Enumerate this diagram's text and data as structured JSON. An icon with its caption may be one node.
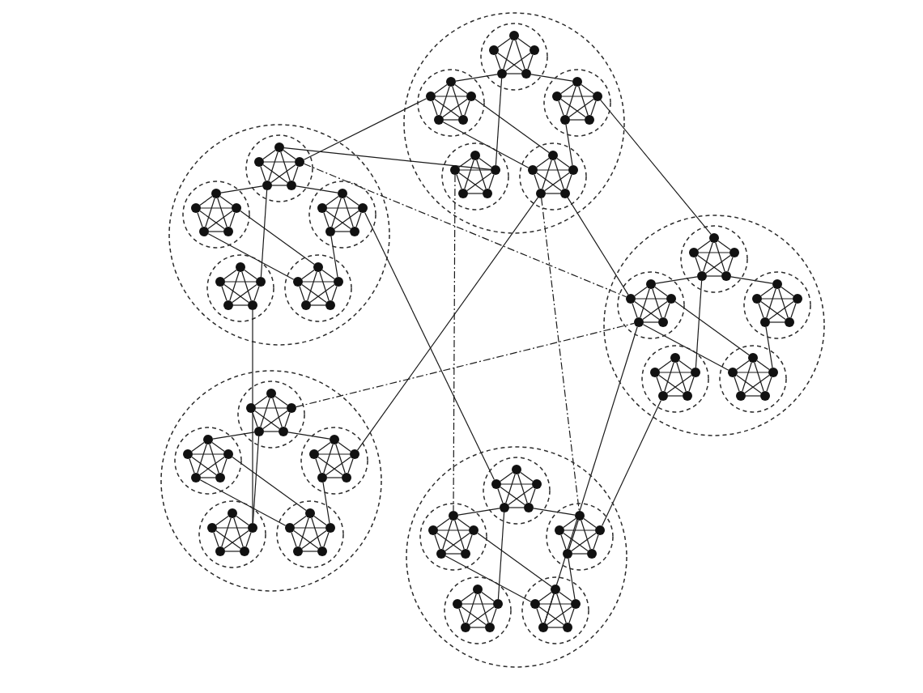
{
  "diagram": {
    "nodes": [
      {
        "text": [],
        "shape": "circle"
      },
      {
        "text": [],
        "shape": "circle",
        "in": 0
      },
      {
        "text": [],
        "shape": "circle",
        "in": 1
      },
      {
        "text": [],
        "shape": "circle",
        "in": 1
      },
      {
        "text": [],
        "shape": "circle",
        "in": 1
      },
      {
        "text": [],
        "shape": "circle",
        "in": 1
      },
      {
        "text": [],
        "shape": "circle",
        "in": 1
      },
      {
        "text": [],
        "shape": "circle",
        "in": 0
      },
      {
        "text": [],
        "shape": "circle",
        "in": 7
      },
      {
        "text": [],
        "shape": "circle",
        "in": 7
      },
      {
        "text": [],
        "shape": "circle",
        "in": 7
      },
      {
        "text": [],
        "shape": "circle",
        "in": 7
      },
      {
        "text": [],
        "shape": "circle",
        "in": 7
      },
      {
        "text": [],
        "shape": "circle",
        "in": 0
      },
      {
        "text": [],
        "shape": "circle",
        "in": 13
      },
      {
        "text": [],
        "shape": "circle",
        "in": 13
      },
      {
        "text": [],
        "shape": "circle",
        "in": 13
      },
      {
        "text": [],
        "shape": "circle",
        "in": 13
      },
      {
        "text": [],
        "shape": "circle",
        "in": 13
      },
      {
        "text": [],
        "shape": "circle",
        "in": 0
      },
      {
        "text": [],
        "shape": "circle",
        "in": 19
      },
      {
        "text": [],
        "shape": "circle",
        "in": 19
      },
      {
        "text": [],
        "shape": "circle",
        "in": 19
      },
      {
        "text": [],
        "shape": "circle",
        "in": 19
      },
      {
        "text": [],
        "shape": "circle",
        "in": 19
      },
      {
        "text": [],
        "shape": "circle",
        "in": 0
      },
      {
        "text": [],
        "shape": "circle",
        "in": 25
      },
      {
        "text": [],
        "shape": "circle",
        "in": 25
      },
      {
        "text": [],
        "shape": "circle",
        "in": 25
      },
      {
        "text": [],
        "shape": "circle",
        "in": 25
      },
      {
        "text": [],
        "shape": "circle",
        "in": 25
      },
      {
        "text": [],
        "shape": "circle"
      },
      {
        "text": [],
        "shape": "circle",
        "in": 31
      },
      {
        "text": [],
        "shape": "circle",
        "in": 32
      },
      {
        "text": [],
        "shape": "circle",
        "in": 32
      },
      {
        "text": [],
        "shape": "circle",
        "in": 32
      },
      {
        "text": [],
        "shape": "circle",
        "in": 32
      },
      {
        "text": [],
        "shape": "circle",
        "in": 32
      },
      {
        "text": [],
        "shape": "circle",
        "in": 31
      },
      {
        "text": [],
        "shape": "circle",
        "in": 38
      },
      {
        "text": [],
        "shape": "circle",
        "in": 38
      },
      {
        "text": [],
        "shape": "circle",
        "in": 38
      },
      {
        "text": [],
        "shape": "circle",
        "in": 38
      },
      {
        "text": [],
        "shape": "circle",
        "in": 38
      },
      {
        "text": [],
        "shape": "circle",
        "in": 31
      },
      {
        "text": [],
        "shape": "circle",
        "in": 44
      },
      {
        "text": [],
        "shape": "circle",
        "in": 44
      },
      {
        "text": [],
        "shape": "circle",
        "in": 44
      },
      {
        "text": [],
        "shape": "circle",
        "in": 44
      },
      {
        "text": [],
        "shape": "circle",
        "in": 44
      },
      {
        "text": [],
        "shape": "circle",
        "in": 31
      },
      {
        "text": [],
        "shape": "circle",
        "in": 50
      },
      {
        "text": [],
        "shape": "circle",
        "in": 50
      },
      {
        "text": [],
        "shape": "circle",
        "in": 50
      },
      {
        "text": [],
        "shape": "circle",
        "in": 50
      },
      {
        "text": [],
        "shape": "circle",
        "in": 50
      },
      {
        "text": [],
        "shape": "circle",
        "in": 31
      },
      {
        "text": [],
        "shape": "circle",
        "in": 56
      },
      {
        "text": [],
        "shape": "circle",
        "in": 56
      },
      {
        "text": [],
        "shape": "circle",
        "in": 56
      },
      {
        "text": [],
        "shape": "circle",
        "in": 56
      },
      {
        "text": [],
        "shape": "circle",
        "in": 56
      },
      {
        "text": [],
        "shape": "circle"
      },
      {
        "text": [],
        "shape": "circle",
        "in": 62
      },
      {
        "text": [],
        "shape": "circle",
        "in": 63
      },
      {
        "text": [],
        "shape": "circle",
        "in": 63
      },
      {
        "text": [],
        "shape": "circle",
        "in": 63
      },
      {
        "text": [],
        "shape": "circle",
        "in": 63
      },
      {
        "text": [],
        "shape": "circle",
        "in": 63
      },
      {
        "text": [],
        "shape": "circle",
        "in": 62
      },
      {
        "text": [],
        "shape": "circle",
        "in": 69
      },
      {
        "text": [],
        "shape": "circle",
        "in": 69
      },
      {
        "text": [],
        "shape": "circle",
        "in": 69
      },
      {
        "text": [],
        "shape": "circle",
        "in": 69
      },
      {
        "text": [],
        "shape": "circle",
        "in": 69
      },
      {
        "text": [],
        "shape": "circle",
        "in": 62
      },
      {
        "text": [],
        "shape": "circle",
        "in": 75
      },
      {
        "text": [],
        "shape": "circle",
        "in": 75
      },
      {
        "text": [],
        "shape": "circle",
        "in": 75
      },
      {
        "text": [],
        "shape": "circle",
        "in": 75
      },
      {
        "text": [],
        "shape": "circle",
        "in": 75
      },
      {
        "text": [],
        "shape": "circle",
        "in": 62
      },
      {
        "text": [],
        "shape": "circle",
        "in": 81
      },
      {
        "text": [],
        "shape": "circle",
        "in": 81
      },
      {
        "text": [],
        "shape": "circle",
        "in": 81
      },
      {
        "text": [],
        "shape": "circle",
        "in": 81
      },
      {
        "text": [],
        "shape": "circle",
        "in": 81
      },
      {
        "text": [],
        "shape": "circle",
        "in": 62
      },
      {
        "text": [],
        "shape": "circle",
        "in": 87
      },
      {
        "text": [],
        "shape": "circle",
        "in": 87
      },
      {
        "text": [],
        "shape": "circle",
        "in": 87
      },
      {
        "text": [],
        "shape": "circle",
        "in": 87
      },
      {
        "text": [],
        "shape": "circle",
        "in": 87
      },
      {
        "text": [],
        "shape": "circle"
      },
      {
        "text": [],
        "shape": "circle",
        "in": 93
      },
      {
        "text": [],
        "shape": "circle",
        "in": 94
      },
      {
        "text": [],
        "shape": "circle",
        "in": 94
      },
      {
        "text": [],
        "shape": "circle",
        "in": 94
      },
      {
        "text": [],
        "shape": "circle",
        "in": 94
      },
      {
        "text": [],
        "shape": "circle",
        "in": 94
      },
      {
        "text": [],
        "shape": "circle",
        "in": 93
      },
      {
        "text": [],
        "shape": "circle",
        "in": 100
      },
      {
        "text": [],
        "shape": "circle",
        "in": 100
      },
      {
        "text": [],
        "shape": "circle",
        "in": 100
      },
      {
        "text": [],
        "shape": "circle",
        "in": 100
      },
      {
        "text": [],
        "shape": "circle",
        "in": 100
      },
      {
        "text": [],
        "shape": "circle",
        "in": 93
      },
      {
        "text": [],
        "shape": "circle",
        "in": 106
      },
      {
        "text": [],
        "shape": "circle",
        "in": 106
      },
      {
        "text": [],
        "shape": "circle",
        "in": 106
      },
      {
        "text": [],
        "shape": "circle",
        "in": 106
      },
      {
        "text": [],
        "shape": "circle",
        "in": 106
      },
      {
        "text": [],
        "shape": "circle",
        "in": 93
      },
      {
        "text": [],
        "shape": "circle",
        "in": 112
      },
      {
        "text": [],
        "shape": "circle",
        "in": 112
      },
      {
        "text": [],
        "shape": "circle",
        "in": 112
      },
      {
        "text": [],
        "shape": "circle",
        "in": 112
      },
      {
        "text": [],
        "shape": "circle",
        "in": 112
      },
      {
        "text": [],
        "shape": "circle",
        "in": 93
      },
      {
        "text": [],
        "shape": "circle",
        "in": 118
      },
      {
        "text": [],
        "shape": "circle",
        "in": 118
      },
      {
        "text": [],
        "shape": "circle",
        "in": 118
      },
      {
        "text": [],
        "shape": "circle",
        "in": 118
      },
      {
        "text": [],
        "shape": "circle",
        "in": 118
      },
      {
        "text": [],
        "shape": "circle"
      },
      {
        "text": [],
        "shape": "circle",
        "in": 124
      },
      {
        "text": [],
        "shape": "circle",
        "in": 125
      },
      {
        "text": [],
        "shape": "circle",
        "in": 125
      },
      {
        "text": [],
        "shape": "circle",
        "in": 125
      },
      {
        "text": [],
        "shape": "circle",
        "in": 125
      },
      {
        "text": [],
        "shape": "circle",
        "in": 125
      },
      {
        "text": [],
        "shape": "circle",
        "in": 124
      },
      {
        "text": [],
        "shape": "circle",
        "in": 131
      },
      {
        "text": [],
        "shape": "circle",
        "in": 131
      },
      {
        "text": [],
        "shape": "circle",
        "in": 131
      },
      {
        "text": [],
        "shape": "circle",
        "in": 131
      },
      {
        "text": [],
        "shape": "circle",
        "in": 131
      },
      {
        "text": [],
        "shape": "circle",
        "in": 124
      },
      {
        "text": [],
        "shape": "circle",
        "in": 137
      },
      {
        "text": [],
        "shape": "circle",
        "in": 137
      },
      {
        "text": [],
        "shape": "circle",
        "in": 137
      },
      {
        "text": [],
        "shape": "circle",
        "in": 137
      },
      {
        "text": [],
        "shape": "circle",
        "in": 137
      },
      {
        "text": [],
        "shape": "circle",
        "in": 124
      },
      {
        "text": [],
        "shape": "circle",
        "in": 143
      },
      {
        "text": [],
        "shape": "circle",
        "in": 143
      },
      {
        "text": [],
        "shape": "circle",
        "in": 143
      },
      {
        "text": [],
        "shape": "circle",
        "in": 143
      },
      {
        "text": [],
        "shape": "circle",
        "in": 143
      },
      {
        "text": [],
        "shape": "circle",
        "in": 124
      },
      {
        "text": [],
        "shape": "circle",
        "in": 149
      },
      {
        "text": [],
        "shape": "circle",
        "in": 149
      },
      {
        "text": [],
        "shape": "circle",
        "in": 149
      },
      {
        "text": [],
        "shape": "circle",
        "in": 149
      },
      {
        "text": [],
        "shape": "circle",
        "in": 149
      }
    ],
    "edges": [
      {
        "from": 2,
        "to": 3,
        "arrow": "none"
      },
      {
        "from": 2,
        "to": 4,
        "arrow": "none"
      },
      {
        "from": 2,
        "to": 5,
        "arrow": "none"
      },
      {
        "from": 2,
        "to": 6,
        "arrow": "none"
      },
      {
        "from": 3,
        "to": 5,
        "arrow": "none"
      },
      {
        "from": 3,
        "to": 6,
        "arrow": "none"
      },
      {
        "from": 4,
        "to": 5,
        "arrow": "none"
      },
      {
        "from": 4,
        "to": 6,
        "arrow": "none"
      },
      {
        "from": 5,
        "to": 6,
        "arrow": "none"
      },
      {
        "from": 8,
        "to": 9,
        "arrow": "none"
      },
      {
        "from": 8,
        "to": 10,
        "arrow": "none"
      },
      {
        "from": 8,
        "to": 11,
        "arrow": "none"
      },
      {
        "from": 8,
        "to": 12,
        "arrow": "none"
      },
      {
        "from": 9,
        "to": 10,
        "arrow": "none"
      },
      {
        "from": 9,
        "to": 11,
        "arrow": "none"
      },
      {
        "from": 9,
        "to": 12,
        "arrow": "none"
      },
      {
        "from": 10,
        "to": 11,
        "arrow": "none"
      },
      {
        "from": 10,
        "to": 12,
        "arrow": "none"
      },
      {
        "from": 11,
        "to": 12,
        "arrow": "none"
      },
      {
        "from": 14,
        "to": 15,
        "arrow": "none"
      },
      {
        "from": 14,
        "to": 16,
        "arrow": "none"
      },
      {
        "from": 14,
        "to": 17,
        "arrow": "none"
      },
      {
        "from": 14,
        "to": 18,
        "arrow": "none"
      },
      {
        "from": 15,
        "to": 16,
        "arrow": "none"
      },
      {
        "from": 15,
        "to": 17,
        "arrow": "none"
      },
      {
        "from": 15,
        "to": 18,
        "arrow": "none"
      },
      {
        "from": 16,
        "to": 17,
        "arrow": "none"
      },
      {
        "from": 16,
        "to": 18,
        "arrow": "none"
      },
      {
        "from": 17,
        "to": 18,
        "arrow": "none"
      },
      {
        "from": 20,
        "to": 21,
        "arrow": "none"
      },
      {
        "from": 20,
        "to": 22,
        "arrow": "none"
      },
      {
        "from": 20,
        "to": 23,
        "arrow": "none"
      },
      {
        "from": 20,
        "to": 24,
        "arrow": "none"
      },
      {
        "from": 21,
        "to": 22,
        "arrow": "none"
      },
      {
        "from": 21,
        "to": 23,
        "arrow": "none"
      },
      {
        "from": 21,
        "to": 24,
        "arrow": "none"
      },
      {
        "from": 22,
        "to": 23,
        "arrow": "none"
      },
      {
        "from": 22,
        "to": 24,
        "arrow": "none"
      },
      {
        "from": 23,
        "to": 24,
        "arrow": "none"
      },
      {
        "from": 26,
        "to": 27,
        "arrow": "none"
      },
      {
        "from": 26,
        "to": 28,
        "arrow": "none"
      },
      {
        "from": 26,
        "to": 29,
        "arrow": "none"
      },
      {
        "from": 26,
        "to": 30,
        "arrow": "none"
      },
      {
        "from": 27,
        "to": 28,
        "arrow": "none"
      },
      {
        "from": 27,
        "to": 29,
        "arrow": "none"
      },
      {
        "from": 27,
        "to": 30,
        "arrow": "none"
      },
      {
        "from": 28,
        "to": 29,
        "arrow": "none"
      },
      {
        "from": 28,
        "to": 30,
        "arrow": "none"
      },
      {
        "from": 29,
        "to": 30,
        "arrow": "none"
      },
      {
        "from": 5,
        "to": 8,
        "arrow": "none"
      },
      {
        "from": 6,
        "to": 14,
        "arrow": "none"
      },
      {
        "from": 10,
        "to": 26,
        "arrow": "none"
      },
      {
        "from": 11,
        "to": 27,
        "arrow": "none"
      },
      {
        "from": 17,
        "to": 28,
        "arrow": "none"
      },
      {
        "from": 5,
        "to": 22,
        "arrow": "none"
      },
      {
        "from": 33,
        "to": 34,
        "arrow": "none"
      },
      {
        "from": 33,
        "to": 35,
        "arrow": "none"
      },
      {
        "from": 33,
        "to": 36,
        "arrow": "none"
      },
      {
        "from": 33,
        "to": 37,
        "arrow": "none"
      },
      {
        "from": 34,
        "to": 35,
        "arrow": "none"
      },
      {
        "from": 34,
        "to": 36,
        "arrow": "none"
      },
      {
        "from": 34,
        "to": 37,
        "arrow": "none"
      },
      {
        "from": 35,
        "to": 36,
        "arrow": "none"
      },
      {
        "from": 35,
        "to": 37,
        "arrow": "none"
      },
      {
        "from": 36,
        "to": 37,
        "arrow": "none"
      },
      {
        "from": 39,
        "to": 40,
        "arrow": "none"
      },
      {
        "from": 39,
        "to": 41,
        "arrow": "none"
      },
      {
        "from": 39,
        "to": 42,
        "arrow": "none"
      },
      {
        "from": 39,
        "to": 43,
        "arrow": "none"
      },
      {
        "from": 40,
        "to": 41,
        "arrow": "none"
      },
      {
        "from": 40,
        "to": 42,
        "arrow": "none"
      },
      {
        "from": 40,
        "to": 43,
        "arrow": "none"
      },
      {
        "from": 41,
        "to": 42,
        "arrow": "none"
      },
      {
        "from": 41,
        "to": 43,
        "arrow": "none"
      },
      {
        "from": 42,
        "to": 43,
        "arrow": "none"
      },
      {
        "from": 45,
        "to": 46,
        "arrow": "none"
      },
      {
        "from": 45,
        "to": 47,
        "arrow": "none"
      },
      {
        "from": 45,
        "to": 48,
        "arrow": "none"
      },
      {
        "from": 45,
        "to": 49,
        "arrow": "none"
      },
      {
        "from": 46,
        "to": 47,
        "arrow": "none"
      },
      {
        "from": 46,
        "to": 48,
        "arrow": "none"
      },
      {
        "from": 46,
        "to": 49,
        "arrow": "none"
      },
      {
        "from": 47,
        "to": 48,
        "arrow": "none"
      },
      {
        "from": 47,
        "to": 49,
        "arrow": "none"
      },
      {
        "from": 48,
        "to": 49,
        "arrow": "none"
      },
      {
        "from": 51,
        "to": 52,
        "arrow": "none"
      },
      {
        "from": 51,
        "to": 53,
        "arrow": "none"
      },
      {
        "from": 51,
        "to": 54,
        "arrow": "none"
      },
      {
        "from": 51,
        "to": 55,
        "arrow": "none"
      },
      {
        "from": 52,
        "to": 53,
        "arrow": "none"
      },
      {
        "from": 52,
        "to": 54,
        "arrow": "none"
      },
      {
        "from": 52,
        "to": 55,
        "arrow": "none"
      },
      {
        "from": 53,
        "to": 54,
        "arrow": "none"
      },
      {
        "from": 53,
        "to": 55,
        "arrow": "none"
      },
      {
        "from": 54,
        "to": 55,
        "arrow": "none"
      },
      {
        "from": 57,
        "to": 58,
        "arrow": "none"
      },
      {
        "from": 57,
        "to": 59,
        "arrow": "none"
      },
      {
        "from": 57,
        "to": 60,
        "arrow": "none"
      },
      {
        "from": 57,
        "to": 61,
        "arrow": "none"
      },
      {
        "from": 58,
        "to": 59,
        "arrow": "none"
      },
      {
        "from": 58,
        "to": 60,
        "arrow": "none"
      },
      {
        "from": 58,
        "to": 61,
        "arrow": "none"
      },
      {
        "from": 59,
        "to": 60,
        "arrow": "none"
      },
      {
        "from": 59,
        "to": 61,
        "arrow": "none"
      },
      {
        "from": 60,
        "to": 61,
        "arrow": "none"
      },
      {
        "from": 36,
        "to": 39,
        "arrow": "none"
      },
      {
        "from": 37,
        "to": 45,
        "arrow": "none"
      },
      {
        "from": 41,
        "to": 57,
        "arrow": "none"
      },
      {
        "from": 42,
        "to": 58,
        "arrow": "none"
      },
      {
        "from": 48,
        "to": 59,
        "arrow": "none"
      },
      {
        "from": 36,
        "to": 53,
        "arrow": "none"
      },
      {
        "from": 64,
        "to": 65,
        "arrow": "none"
      },
      {
        "from": 64,
        "to": 66,
        "arrow": "none"
      },
      {
        "from": 64,
        "to": 67,
        "arrow": "none"
      },
      {
        "from": 64,
        "to": 68,
        "arrow": "none"
      },
      {
        "from": 65,
        "to": 66,
        "arrow": "none"
      },
      {
        "from": 65,
        "to": 67,
        "arrow": "none"
      },
      {
        "from": 65,
        "to": 68,
        "arrow": "none"
      },
      {
        "from": 66,
        "to": 67,
        "arrow": "none"
      },
      {
        "from": 66,
        "to": 68,
        "arrow": "none"
      },
      {
        "from": 67,
        "to": 68,
        "arrow": "none"
      },
      {
        "from": 70,
        "to": 71,
        "arrow": "none"
      },
      {
        "from": 70,
        "to": 72,
        "arrow": "none"
      },
      {
        "from": 70,
        "to": 73,
        "arrow": "none"
      },
      {
        "from": 70,
        "to": 74,
        "arrow": "none"
      },
      {
        "from": 71,
        "to": 72,
        "arrow": "none"
      },
      {
        "from": 71,
        "to": 73,
        "arrow": "none"
      },
      {
        "from": 71,
        "to": 74,
        "arrow": "none"
      },
      {
        "from": 72,
        "to": 73,
        "arrow": "none"
      },
      {
        "from": 72,
        "to": 74,
        "arrow": "none"
      },
      {
        "from": 73,
        "to": 74,
        "arrow": "none"
      },
      {
        "from": 76,
        "to": 77,
        "arrow": "none"
      },
      {
        "from": 76,
        "to": 78,
        "arrow": "none"
      },
      {
        "from": 76,
        "to": 79,
        "arrow": "none"
      },
      {
        "from": 76,
        "to": 80,
        "arrow": "none"
      },
      {
        "from": 77,
        "to": 78,
        "arrow": "none"
      },
      {
        "from": 77,
        "to": 79,
        "arrow": "none"
      },
      {
        "from": 77,
        "to": 80,
        "arrow": "none"
      },
      {
        "from": 78,
        "to": 79,
        "arrow": "none"
      },
      {
        "from": 78,
        "to": 80,
        "arrow": "none"
      },
      {
        "from": 79,
        "to": 80,
        "arrow": "none"
      },
      {
        "from": 82,
        "to": 83,
        "arrow": "none"
      },
      {
        "from": 82,
        "to": 84,
        "arrow": "none"
      },
      {
        "from": 82,
        "to": 85,
        "arrow": "none"
      },
      {
        "from": 82,
        "to": 86,
        "arrow": "none"
      },
      {
        "from": 83,
        "to": 84,
        "arrow": "none"
      },
      {
        "from": 83,
        "to": 85,
        "arrow": "none"
      },
      {
        "from": 83,
        "to": 86,
        "arrow": "none"
      },
      {
        "from": 84,
        "to": 85,
        "arrow": "none"
      },
      {
        "from": 84,
        "to": 86,
        "arrow": "none"
      },
      {
        "from": 85,
        "to": 86,
        "arrow": "none"
      },
      {
        "from": 88,
        "to": 89,
        "arrow": "none"
      },
      {
        "from": 88,
        "to": 90,
        "arrow": "none"
      },
      {
        "from": 88,
        "to": 91,
        "arrow": "none"
      },
      {
        "from": 88,
        "to": 92,
        "arrow": "none"
      },
      {
        "from": 89,
        "to": 90,
        "arrow": "none"
      },
      {
        "from": 89,
        "to": 91,
        "arrow": "none"
      },
      {
        "from": 89,
        "to": 92,
        "arrow": "none"
      },
      {
        "from": 90,
        "to": 91,
        "arrow": "none"
      },
      {
        "from": 90,
        "to": 92,
        "arrow": "none"
      },
      {
        "from": 91,
        "to": 92,
        "arrow": "none"
      },
      {
        "from": 67,
        "to": 70,
        "arrow": "none"
      },
      {
        "from": 68,
        "to": 76,
        "arrow": "none"
      },
      {
        "from": 72,
        "to": 88,
        "arrow": "none"
      },
      {
        "from": 73,
        "to": 89,
        "arrow": "none"
      },
      {
        "from": 79,
        "to": 90,
        "arrow": "none"
      },
      {
        "from": 67,
        "to": 84,
        "arrow": "none"
      },
      {
        "from": 95,
        "to": 96,
        "arrow": "none"
      },
      {
        "from": 95,
        "to": 97,
        "arrow": "none"
      },
      {
        "from": 95,
        "to": 98,
        "arrow": "none"
      },
      {
        "from": 95,
        "to": 99,
        "arrow": "none"
      },
      {
        "from": 96,
        "to": 97,
        "arrow": "none"
      },
      {
        "from": 96,
        "to": 98,
        "arrow": "none"
      },
      {
        "from": 96,
        "to": 99,
        "arrow": "none"
      },
      {
        "from": 97,
        "to": 98,
        "arrow": "none"
      },
      {
        "from": 97,
        "to": 99,
        "arrow": "none"
      },
      {
        "from": 98,
        "to": 99,
        "arrow": "none"
      },
      {
        "from": 101,
        "to": 102,
        "arrow": "none"
      },
      {
        "from": 101,
        "to": 103,
        "arrow": "none"
      },
      {
        "from": 101,
        "to": 104,
        "arrow": "none"
      },
      {
        "from": 101,
        "to": 105,
        "arrow": "none"
      },
      {
        "from": 102,
        "to": 103,
        "arrow": "none"
      },
      {
        "from": 102,
        "to": 104,
        "arrow": "none"
      },
      {
        "from": 102,
        "to": 105,
        "arrow": "none"
      },
      {
        "from": 103,
        "to": 104,
        "arrow": "none"
      },
      {
        "from": 103,
        "to": 105,
        "arrow": "none"
      },
      {
        "from": 104,
        "to": 105,
        "arrow": "none"
      },
      {
        "from": 107,
        "to": 108,
        "arrow": "none"
      },
      {
        "from": 107,
        "to": 109,
        "arrow": "none"
      },
      {
        "from": 107,
        "to": 110,
        "arrow": "none"
      },
      {
        "from": 107,
        "to": 111,
        "arrow": "none"
      },
      {
        "from": 108,
        "to": 109,
        "arrow": "none"
      },
      {
        "from": 108,
        "to": 110,
        "arrow": "none"
      },
      {
        "from": 108,
        "to": 111,
        "arrow": "none"
      },
      {
        "from": 109,
        "to": 110,
        "arrow": "none"
      },
      {
        "from": 109,
        "to": 111,
        "arrow": "none"
      },
      {
        "from": 110,
        "to": 111,
        "arrow": "none"
      },
      {
        "from": 113,
        "to": 114,
        "arrow": "none"
      },
      {
        "from": 113,
        "to": 115,
        "arrow": "none"
      },
      {
        "from": 113,
        "to": 116,
        "arrow": "none"
      },
      {
        "from": 113,
        "to": 117,
        "arrow": "none"
      },
      {
        "from": 114,
        "to": 115,
        "arrow": "none"
      },
      {
        "from": 114,
        "to": 116,
        "arrow": "none"
      },
      {
        "from": 114,
        "to": 117,
        "arrow": "none"
      },
      {
        "from": 115,
        "to": 116,
        "arrow": "none"
      },
      {
        "from": 115,
        "to": 117,
        "arrow": "none"
      },
      {
        "from": 116,
        "to": 117,
        "arrow": "none"
      },
      {
        "from": 119,
        "to": 120,
        "arrow": "none"
      },
      {
        "from": 119,
        "to": 121,
        "arrow": "none"
      },
      {
        "from": 119,
        "to": 122,
        "arrow": "none"
      },
      {
        "from": 119,
        "to": 123,
        "arrow": "none"
      },
      {
        "from": 120,
        "to": 121,
        "arrow": "none"
      },
      {
        "from": 120,
        "to": 122,
        "arrow": "none"
      },
      {
        "from": 120,
        "to": 123,
        "arrow": "none"
      },
      {
        "from": 121,
        "to": 122,
        "arrow": "none"
      },
      {
        "from": 121,
        "to": 123,
        "arrow": "none"
      },
      {
        "from": 122,
        "to": 123,
        "arrow": "none"
      },
      {
        "from": 98,
        "to": 101,
        "arrow": "none"
      },
      {
        "from": 99,
        "to": 107,
        "arrow": "none"
      },
      {
        "from": 103,
        "to": 119,
        "arrow": "none"
      },
      {
        "from": 104,
        "to": 120,
        "arrow": "none"
      },
      {
        "from": 110,
        "to": 121,
        "arrow": "none"
      },
      {
        "from": 98,
        "to": 115,
        "arrow": "none"
      },
      {
        "from": 126,
        "to": 127,
        "arrow": "none"
      },
      {
        "from": 126,
        "to": 128,
        "arrow": "none"
      },
      {
        "from": 126,
        "to": 129,
        "arrow": "none"
      },
      {
        "from": 126,
        "to": 130,
        "arrow": "none"
      },
      {
        "from": 127,
        "to": 128,
        "arrow": "none"
      },
      {
        "from": 127,
        "to": 129,
        "arrow": "none"
      },
      {
        "from": 127,
        "to": 130,
        "arrow": "none"
      },
      {
        "from": 128,
        "to": 129,
        "arrow": "none"
      },
      {
        "from": 128,
        "to": 130,
        "arrow": "none"
      },
      {
        "from": 129,
        "to": 130,
        "arrow": "none"
      },
      {
        "from": 132,
        "to": 133,
        "arrow": "none"
      },
      {
        "from": 132,
        "to": 134,
        "arrow": "none"
      },
      {
        "from": 132,
        "to": 135,
        "arrow": "none"
      },
      {
        "from": 132,
        "to": 136,
        "arrow": "none"
      },
      {
        "from": 133,
        "to": 134,
        "arrow": "none"
      },
      {
        "from": 133,
        "to": 135,
        "arrow": "none"
      },
      {
        "from": 133,
        "to": 136,
        "arrow": "none"
      },
      {
        "from": 134,
        "to": 135,
        "arrow": "none"
      },
      {
        "from": 134,
        "to": 136,
        "arrow": "none"
      },
      {
        "from": 135,
        "to": 136,
        "arrow": "none"
      },
      {
        "from": 138,
        "to": 139,
        "arrow": "none"
      },
      {
        "from": 138,
        "to": 140,
        "arrow": "none"
      },
      {
        "from": 138,
        "to": 141,
        "arrow": "none"
      },
      {
        "from": 138,
        "to": 142,
        "arrow": "none"
      },
      {
        "from": 139,
        "to": 140,
        "arrow": "none"
      },
      {
        "from": 139,
        "to": 141,
        "arrow": "none"
      },
      {
        "from": 139,
        "to": 142,
        "arrow": "none"
      },
      {
        "from": 140,
        "to": 141,
        "arrow": "none"
      },
      {
        "from": 140,
        "to": 142,
        "arrow": "none"
      },
      {
        "from": 141,
        "to": 142,
        "arrow": "none"
      },
      {
        "from": 144,
        "to": 145,
        "arrow": "none"
      },
      {
        "from": 144,
        "to": 146,
        "arrow": "none"
      },
      {
        "from": 144,
        "to": 147,
        "arrow": "none"
      },
      {
        "from": 144,
        "to": 148,
        "arrow": "none"
      },
      {
        "from": 145,
        "to": 146,
        "arrow": "none"
      },
      {
        "from": 145,
        "to": 147,
        "arrow": "none"
      },
      {
        "from": 145,
        "to": 148,
        "arrow": "none"
      },
      {
        "from": 146,
        "to": 147,
        "arrow": "none"
      },
      {
        "from": 146,
        "to": 148,
        "arrow": "none"
      },
      {
        "from": 147,
        "to": 148,
        "arrow": "none"
      },
      {
        "from": 150,
        "to": 151,
        "arrow": "none"
      },
      {
        "from": 150,
        "to": 152,
        "arrow": "none"
      },
      {
        "from": 150,
        "to": 153,
        "arrow": "none"
      },
      {
        "from": 150,
        "to": 154,
        "arrow": "none"
      },
      {
        "from": 151,
        "to": 152,
        "arrow": "none"
      },
      {
        "from": 151,
        "to": 153,
        "arrow": "none"
      },
      {
        "from": 151,
        "to": 154,
        "arrow": "none"
      },
      {
        "from": 152,
        "to": 153,
        "arrow": "none"
      },
      {
        "from": 152,
        "to": 154,
        "arrow": "none"
      },
      {
        "from": 153,
        "to": 154,
        "arrow": "none"
      },
      {
        "from": 129,
        "to": 132,
        "arrow": "none"
      },
      {
        "from": 130,
        "to": 138,
        "arrow": "none"
      },
      {
        "from": 134,
        "to": 150,
        "arrow": "none"
      },
      {
        "from": 135,
        "to": 151,
        "arrow": "none"
      },
      {
        "from": 141,
        "to": 152,
        "arrow": "none"
      },
      {
        "from": 129,
        "to": 146,
        "arrow": "none"
      },
      {
        "from": 33,
        "to": 22,
        "arrow": "none"
      },
      {
        "from": 35,
        "to": 9,
        "arrow": "none"
      },
      {
        "from": 35,
        "to": 71,
        "arrow": "none",
        "style": "dashed"
      },
      {
        "from": 47,
        "to": 127,
        "arrow": "none"
      },
      {
        "from": 55,
        "to": 115,
        "arrow": "none"
      },
      {
        "from": 97,
        "to": 73,
        "arrow": "none",
        "style": "dashed"
      },
      {
        "from": 109,
        "to": 29,
        "arrow": "none"
      },
      {
        "from": 21,
        "to": 132,
        "arrow": "none",
        "style": "dashed"
      },
      {
        "from": 29,
        "to": 138,
        "arrow": "none",
        "style": "dashed"
      },
      {
        "from": 30,
        "to": 71,
        "arrow": "none"
      },
      {
        "from": 16,
        "to": 64,
        "arrow": "none"
      },
      {
        "from": 85,
        "to": 140,
        "arrow": "none"
      },
      {
        "from": 73,
        "to": 153,
        "arrow": "none"
      }
    ]
  }
}
